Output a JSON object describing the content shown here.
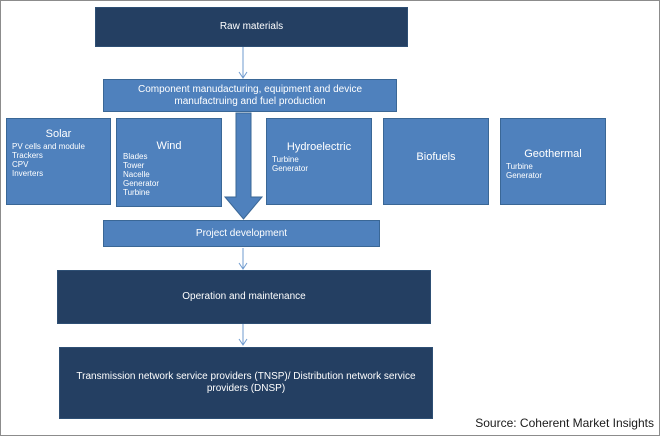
{
  "flow": {
    "raw_materials": "Raw materials",
    "component": "Component manudacturing, equipment and device manufactruing and fuel production",
    "project_development": "Project development",
    "operation": "Operation and maintenance",
    "transmission": "Transmission network service providers (TNSP)/ Distribution network service providers (DNSP)"
  },
  "sources": [
    {
      "title": "Solar",
      "items": [
        "PV cells and module",
        "Trackers",
        "CPV",
        "Inverters"
      ]
    },
    {
      "title": "Wind",
      "items": [
        "Blades",
        "Tower",
        "Nacelle",
        "Generator",
        "Turbine"
      ]
    },
    {
      "title": "Hydroelectric",
      "items": [
        "Turbine",
        "Generator"
      ]
    },
    {
      "title": "Biofuels",
      "items": []
    },
    {
      "title": "Geothermal",
      "items": [
        "Turbine",
        "Generator"
      ]
    }
  ],
  "source_note": "Source: Coherent Market Insights",
  "colors": {
    "dark_box": "#243f62",
    "light_box": "#4f81bd",
    "arrow": "#4f81bd"
  }
}
